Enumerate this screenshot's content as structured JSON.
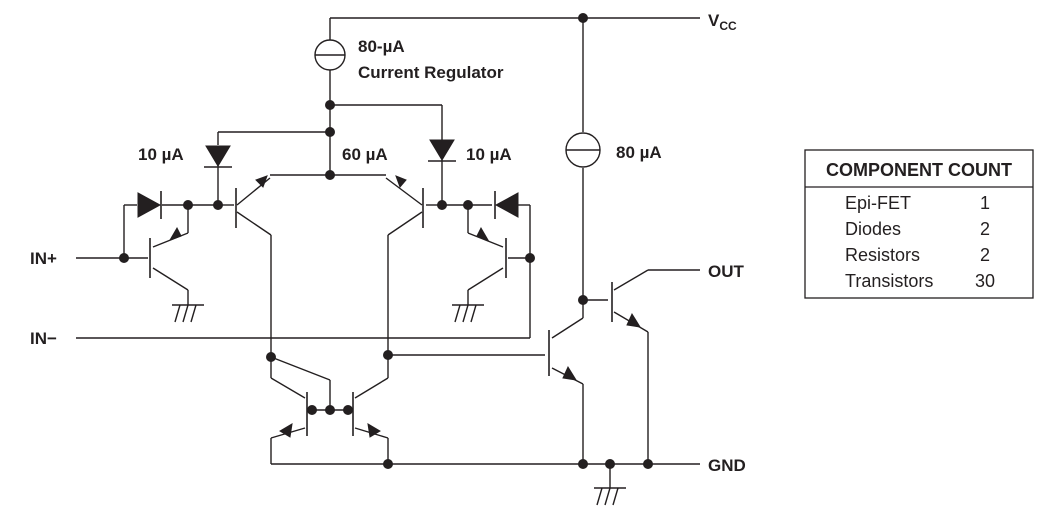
{
  "labels": {
    "vcc": "V",
    "vcc_sub": "CC",
    "out": "OUT",
    "gnd": "GND",
    "in_plus": "IN+",
    "in_minus": "IN−",
    "regulator_value": "80-µA",
    "regulator_name": "Current Regulator",
    "current_left": "10 µA",
    "current_center": "60 µA",
    "current_right": "10 µA",
    "current_out": "80 µA"
  },
  "component_count": {
    "title": "COMPONENT COUNT",
    "rows": [
      {
        "name": "Epi-FET",
        "count": "1"
      },
      {
        "name": "Diodes",
        "count": "2"
      },
      {
        "name": "Resistors",
        "count": "2"
      },
      {
        "name": "Transistors",
        "count": "30"
      }
    ]
  },
  "colors": {
    "ink": "#231f20",
    "background": "#ffffff"
  },
  "icons": {
    "current_source": "current-source-icon",
    "diode": "diode-icon",
    "ground": "ground-icon",
    "junction": "junction-dot-icon"
  }
}
